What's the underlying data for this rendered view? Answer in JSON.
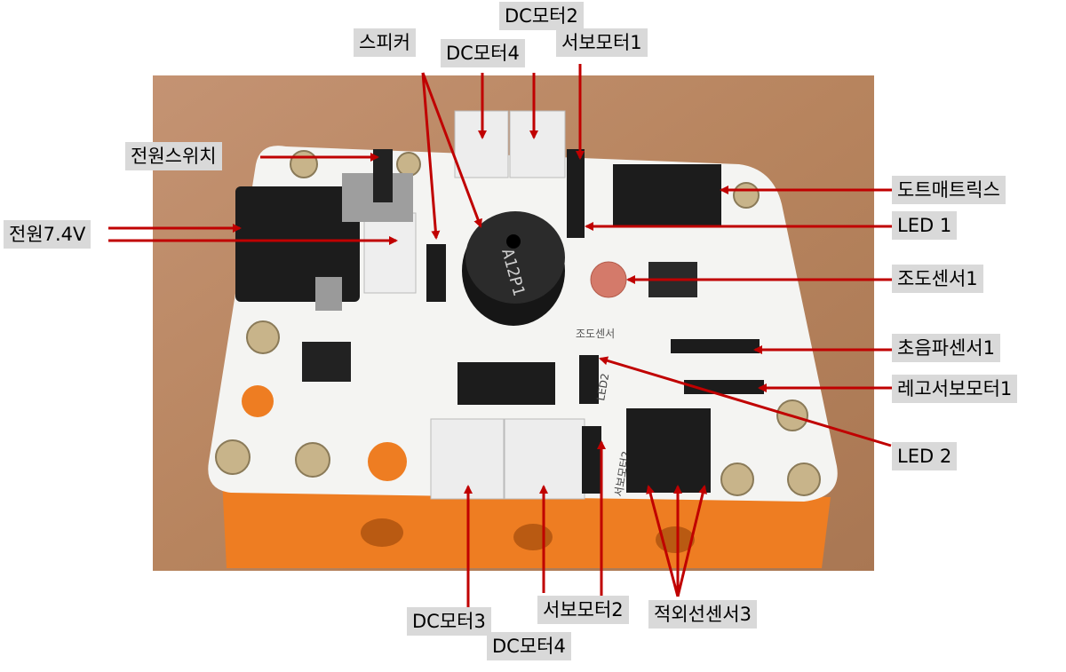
{
  "colors": {
    "arrow": "#c00000",
    "label_bg": "#d9d9d9",
    "board_white": "#f4f4f2",
    "case_orange": "#ee7d22",
    "table_wood": "#b9865f"
  },
  "labels": {
    "dc_motor2": "DC모터2",
    "speaker": "스피커",
    "dc_motor4_top": "DC모터4",
    "servo_motor1": "서보모터1",
    "power_switch": "전원스위치",
    "dot_matrix": "도트매트릭스",
    "power_74v": "전원7.4V",
    "led1": "LED 1",
    "light_sensor1": "조도센서1",
    "ultrasonic_sensor1": "초음파센서1",
    "lego_servo_motor1": "레고서보모터1",
    "led2": "LED 2",
    "dc_motor3": "DC모터3",
    "servo_motor2": "서보모터2",
    "ir_sensor3": "적외선센서3",
    "dc_motor4_bottom": "DC모터4"
  },
  "board_print": {
    "buzzer_text": "A12P1",
    "light_sensor_text": "조도센서",
    "led2_text": "LED2",
    "servo2_text": "서보모터2"
  }
}
